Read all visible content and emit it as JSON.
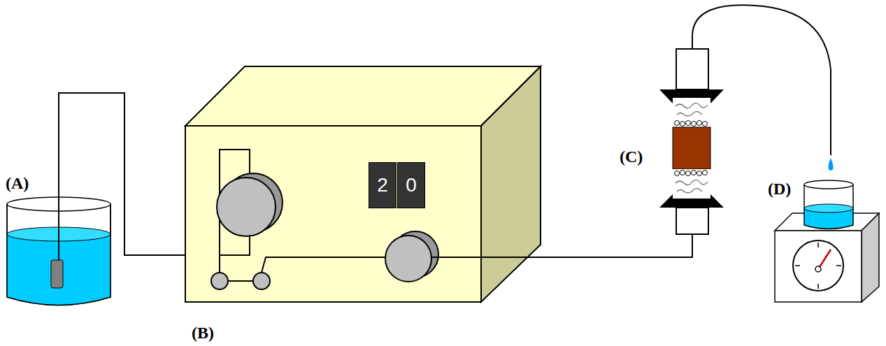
{
  "diagram": {
    "nodes": [
      {
        "text": [
          "2"
        ]
      },
      {
        "text": [
          "0"
        ]
      }
    ],
    "labels": [
      "(A)",
      "(B)",
      "(C)",
      "(D)"
    ]
  }
}
